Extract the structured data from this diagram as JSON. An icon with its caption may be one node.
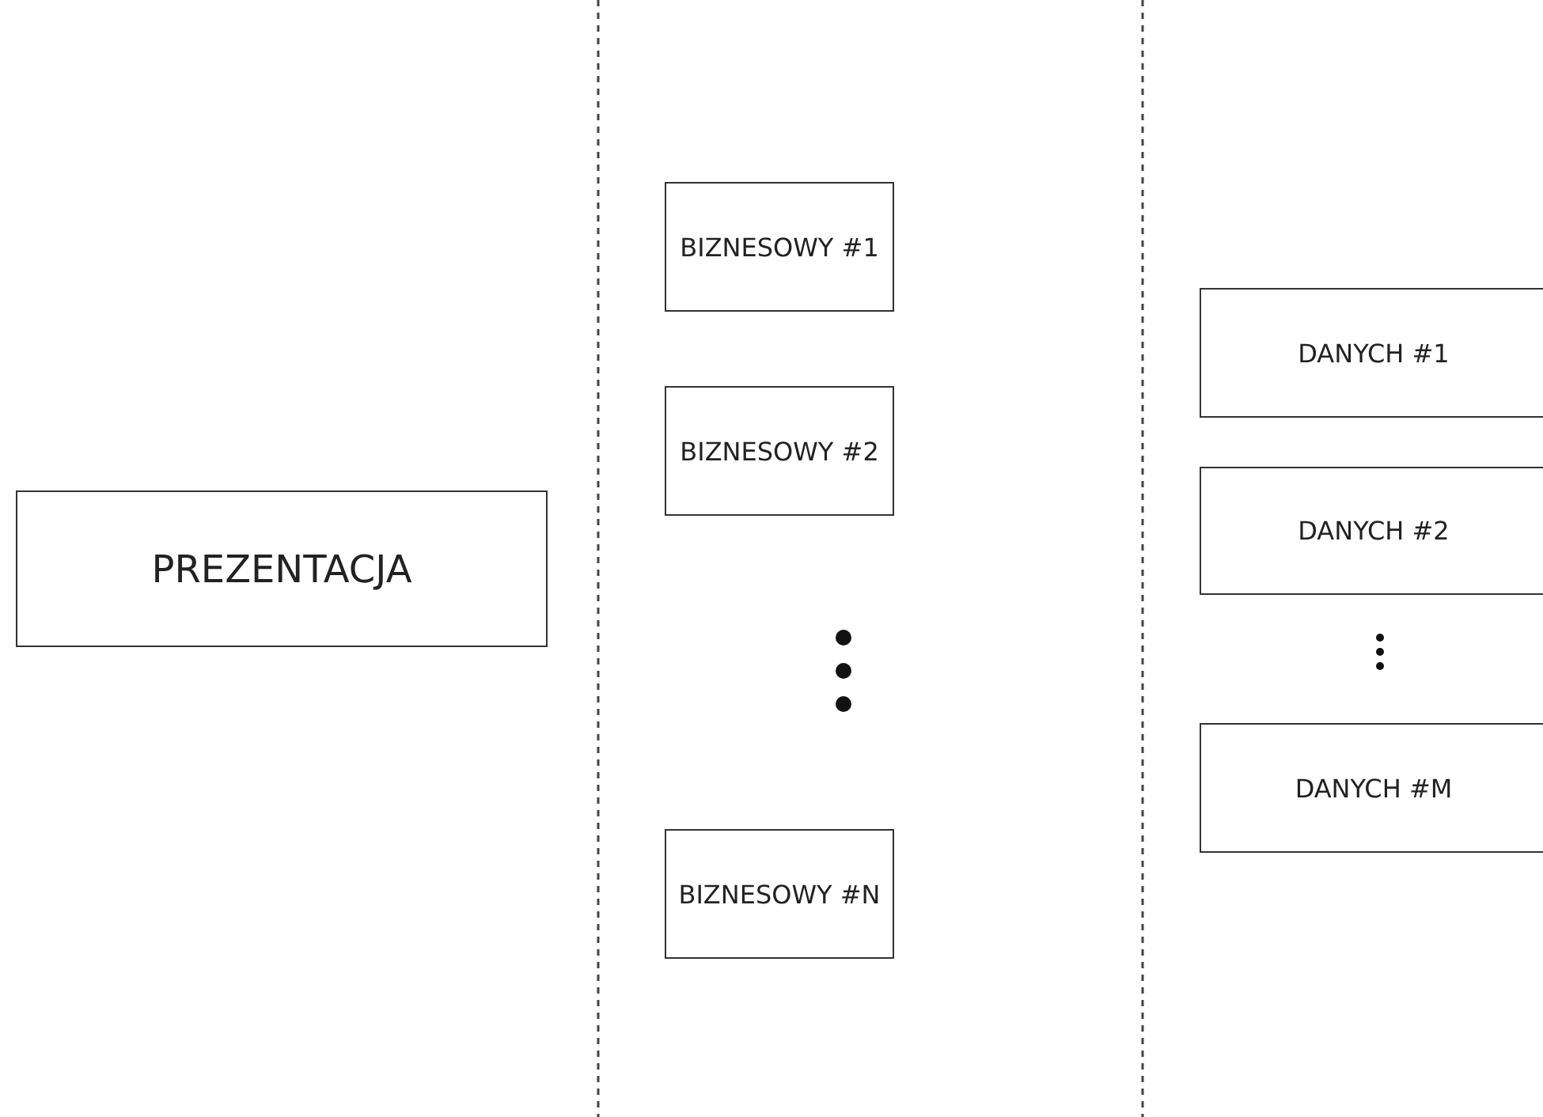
{
  "diagram": {
    "nodes": [
      {
        "text": [
          "PREZENTACJA"
        ]
      },
      {
        "text": [
          "BIZNESOWY #1"
        ]
      },
      {
        "text": [
          "BIZNESOWY #2"
        ]
      },
      {
        "text": [
          "BIZNESOWY #N"
        ]
      },
      {
        "text": [
          "DANYCH #1"
        ]
      },
      {
        "text": [
          "DANYCH #2"
        ]
      },
      {
        "text": [
          "DANYCH #M"
        ]
      }
    ],
    "edges": []
  }
}
